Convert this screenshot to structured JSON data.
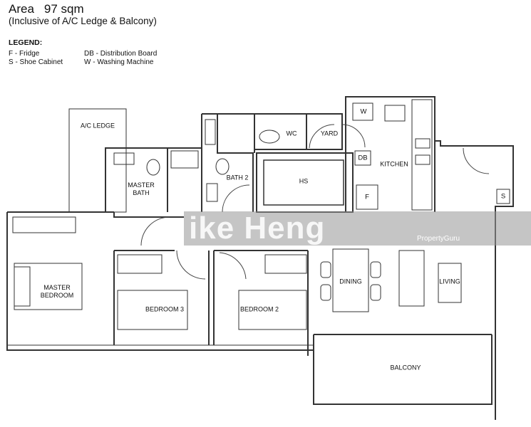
{
  "header": {
    "area_label": "Area",
    "area_value": "97 sqm",
    "subtitle": "(Inclusive of A/C Ledge & Balcony)"
  },
  "legend": {
    "title": "LEGEND:",
    "items": [
      "F - Fridge",
      "S - Shoe Cabinet",
      "DB - Distribution Board",
      "W - Washing Machine"
    ]
  },
  "rooms": {
    "ac_ledge": "A/C LEDGE",
    "master_bath": "MASTER\nBATH",
    "bath2": "BATH 2",
    "wc": "WC",
    "yard": "YARD",
    "hs": "HS",
    "kitchen": "KITCHEN",
    "master_bedroom": "MASTER\nBEDROOM",
    "bedroom3": "BEDROOM 3",
    "bedroom2": "BEDROOM 2",
    "dining": "DINING",
    "living": "LIVING",
    "balcony": "BALCONY"
  },
  "fixtures": {
    "w": "W",
    "db": "DB",
    "f": "F",
    "s": "S"
  },
  "watermark": {
    "text": "ike Heng",
    "site": "PropertyGuru"
  },
  "colors": {
    "wall": "#333333",
    "watermark_band": "#969696"
  }
}
